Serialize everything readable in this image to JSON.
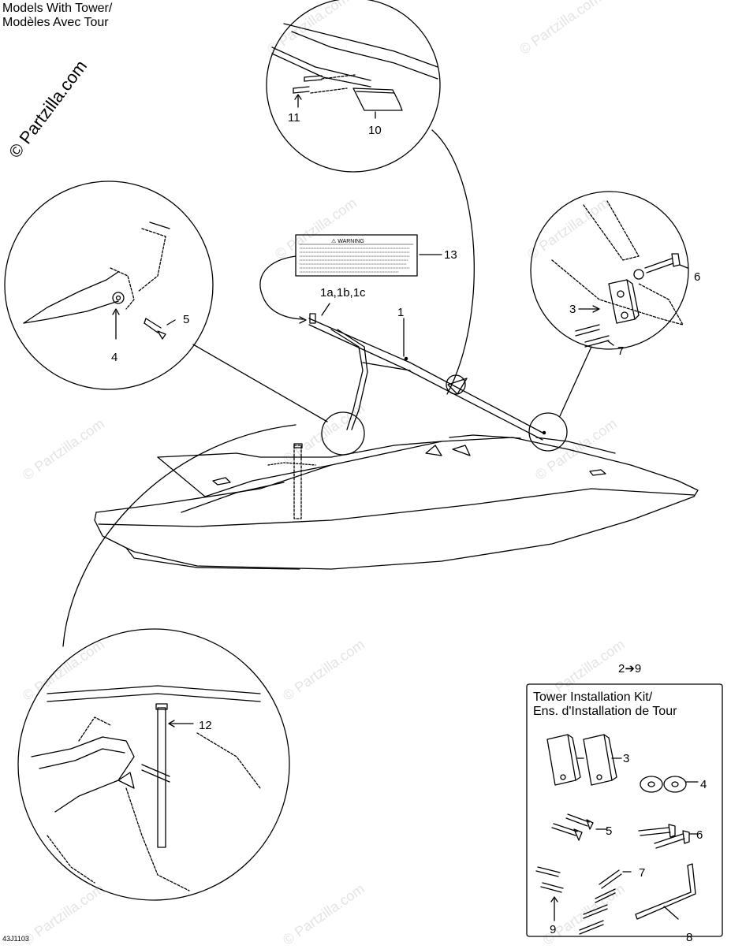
{
  "heading": {
    "line1": "Models With Tower/",
    "line2": "Modèles Avec Tour"
  },
  "copyright": "© Partzilla.com",
  "watermark": "© Partzilla.com",
  "reference_code": "43J1103",
  "kit": {
    "range_label": "2➔9",
    "title_line1": "Tower Installation Kit/",
    "title_line2": "Ens. d'Installation de Tour"
  },
  "warning_label": {
    "title": "⚠ WARNING"
  },
  "callouts": {
    "c1": "1",
    "c1abc": "1a,1b,1c",
    "c3": "3",
    "c4": "4",
    "c5": "5",
    "c6": "6",
    "c7": "7",
    "c10": "10",
    "c11": "11",
    "c12": "12",
    "c13": "13",
    "k3": "3",
    "k4": "4",
    "k5": "5",
    "k6": "6",
    "k7": "7",
    "k8": "8",
    "k9": "9"
  },
  "colors": {
    "line": "#000000",
    "watermark": "#e4e4e4"
  }
}
